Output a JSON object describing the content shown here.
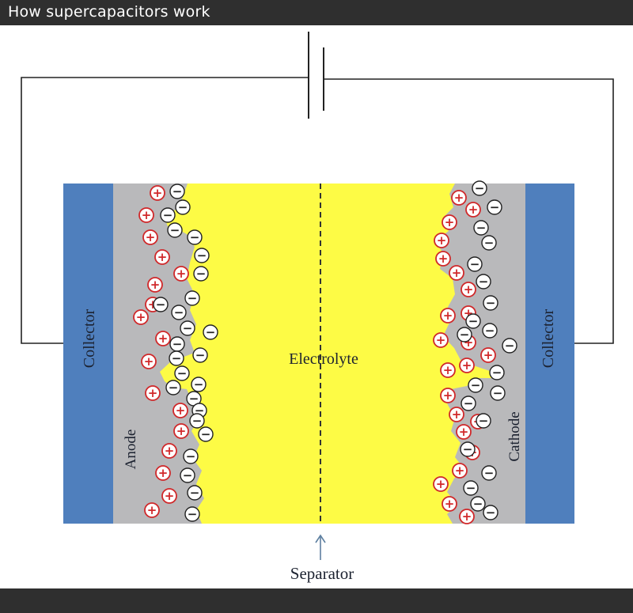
{
  "window": {
    "title": "How supercapacitors work"
  },
  "diagram": {
    "labels": {
      "collector_left": "Collector",
      "collector_right": "Collector",
      "anode": "Anode",
      "cathode": "Cathode",
      "electrolyte": "Electrolyte",
      "separator": "Separator"
    },
    "symbols": {
      "positive": "+",
      "negative": "−"
    },
    "colors": {
      "collector": "#4f7fbd",
      "electrode": "#b9b9bb",
      "electrolyte": "#fdfb45",
      "positive_ring": "#d0282a",
      "wire": "#222222",
      "arrow": "#5d7fa0"
    }
  }
}
